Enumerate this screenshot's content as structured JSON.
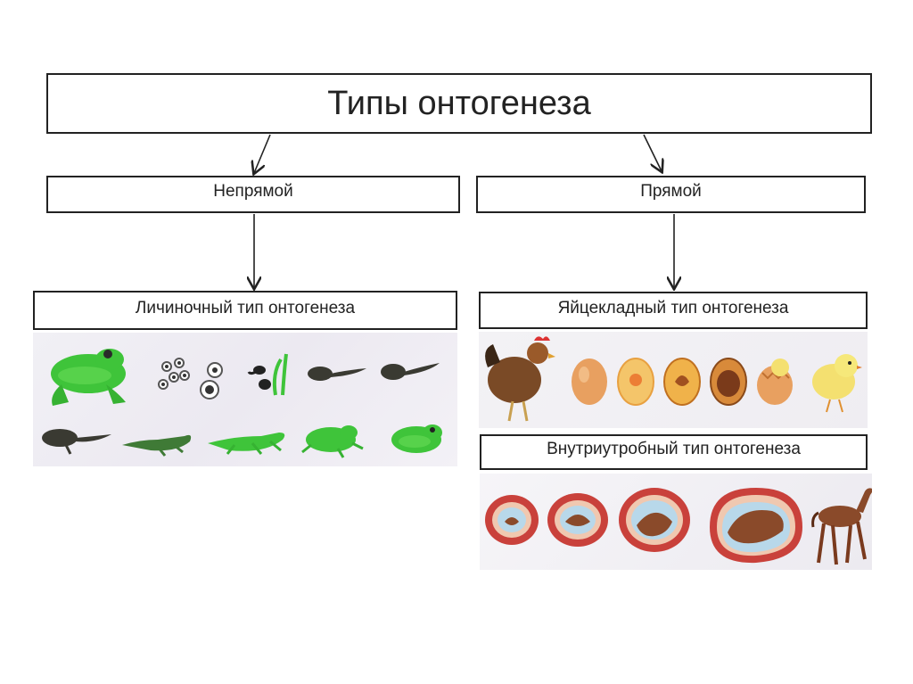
{
  "title": "Типы онтогенеза",
  "branches": {
    "indirect": {
      "label": "Непрямой",
      "subtype": "Личиночный тип онтогенеза"
    },
    "direct": {
      "label": "Прямой",
      "subtype_1": "Яйцекладный тип онтогенеза",
      "subtype_2": "Внутриутробный тип онтогенеза"
    }
  },
  "illustrations": {
    "larval": [
      "frog-icon",
      "frog-eggs-icon",
      "frog-egg-icon",
      "hatching-tadpoles-icon",
      "tadpole-icon",
      "tadpole-icon",
      "tadpole-with-legs-icon",
      "tadpole-with-legs-icon",
      "froglet-icon",
      "young-frog-icon",
      "frog-icon"
    ],
    "egg_laying": [
      "hen-icon",
      "egg-icon",
      "early-embryo-egg-icon",
      "developing-embryo-egg-icon",
      "late-embryo-egg-icon",
      "hatching-chick-icon",
      "chick-icon"
    ],
    "intrauterine": [
      "early-uterine-embryo-icon",
      "uterine-embryo-icon",
      "uterine-fetus-icon",
      "late-uterine-fetus-icon",
      "foal-icon"
    ]
  },
  "colors": {
    "frog_green": "#3fc43a",
    "tadpole_dark": "#3a3a32",
    "egg_shell": "#e8a060",
    "uterus_red": "#c9413b",
    "fetus_brown": "#8a4a2a"
  }
}
